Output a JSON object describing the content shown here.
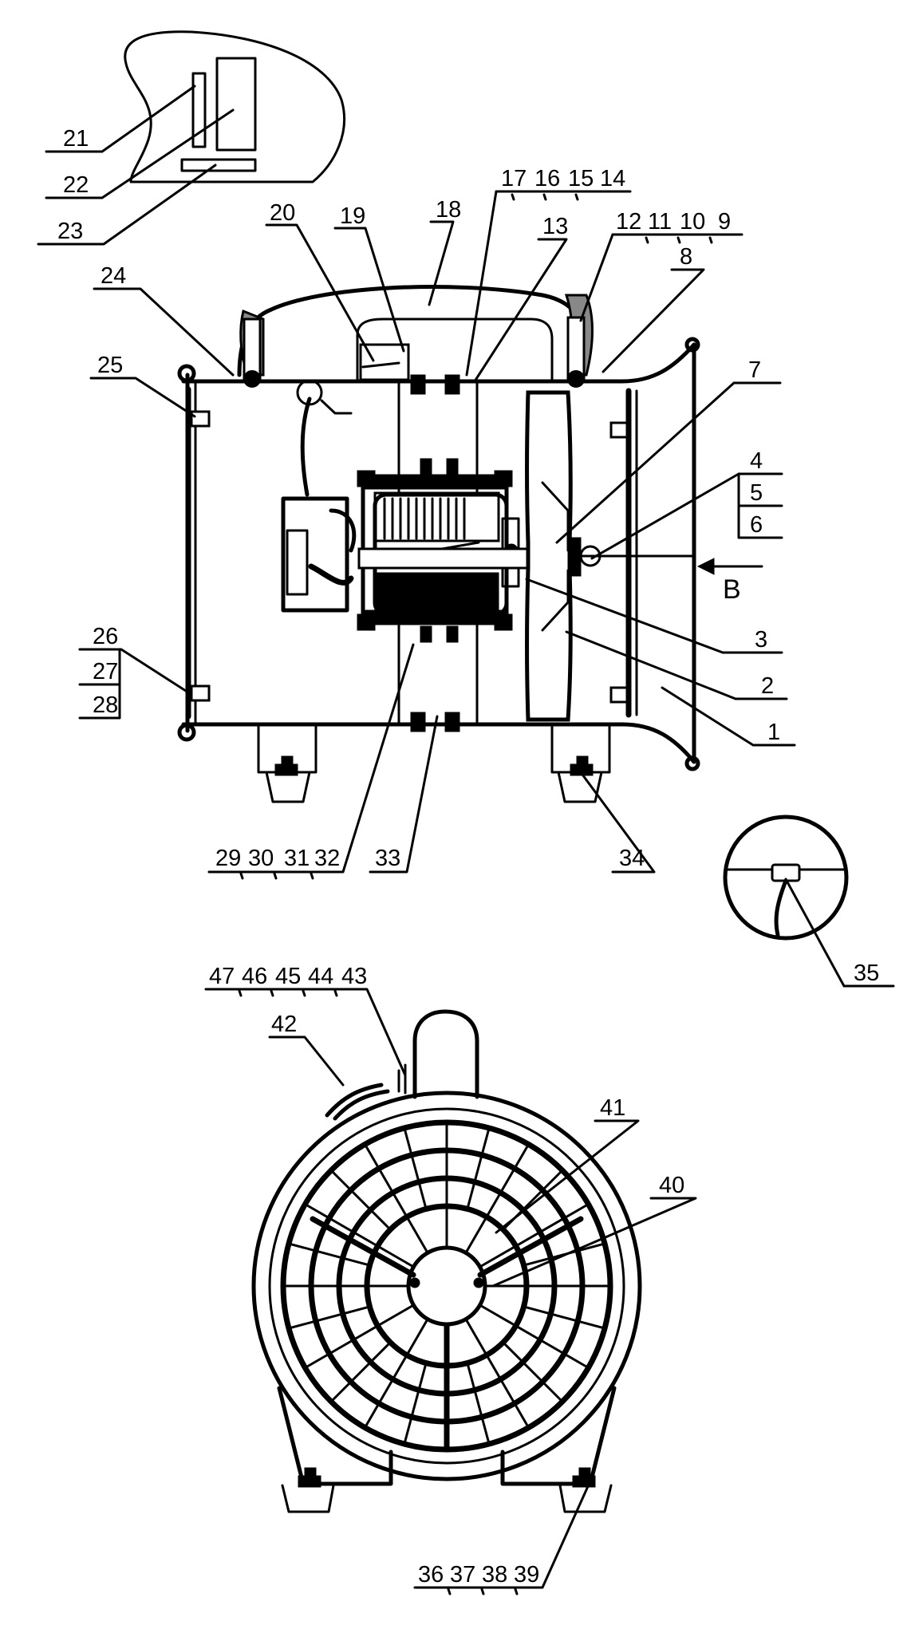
{
  "diagram": {
    "callouts": {
      "c1": "1",
      "c2": "2",
      "c3": "3",
      "c4": "4",
      "c5": "5",
      "c6": "6",
      "c7": "7",
      "c8": "8",
      "c9": "9",
      "c10": "10",
      "c11": "11",
      "c12": "12",
      "c13": "13",
      "c14": "14",
      "c15": "15",
      "c16": "16",
      "c17": "17",
      "c18": "18",
      "c19": "19",
      "c20": "20",
      "c21": "21",
      "c22": "22",
      "c23": "23",
      "c24": "24",
      "c25": "25",
      "c26": "26",
      "c27": "27",
      "c28": "28",
      "c29": "29",
      "c30": "30",
      "c31": "31",
      "c32": "32",
      "c33": "33",
      "c34": "34",
      "c35": "35",
      "c36": "36",
      "c37": "37",
      "c38": "38",
      "c39": "39",
      "c40": "40",
      "c41": "41",
      "c42": "42",
      "c43": "43",
      "c44": "44",
      "c45": "45",
      "c46": "46",
      "c47": "47"
    },
    "view_arrow_label": "B"
  }
}
